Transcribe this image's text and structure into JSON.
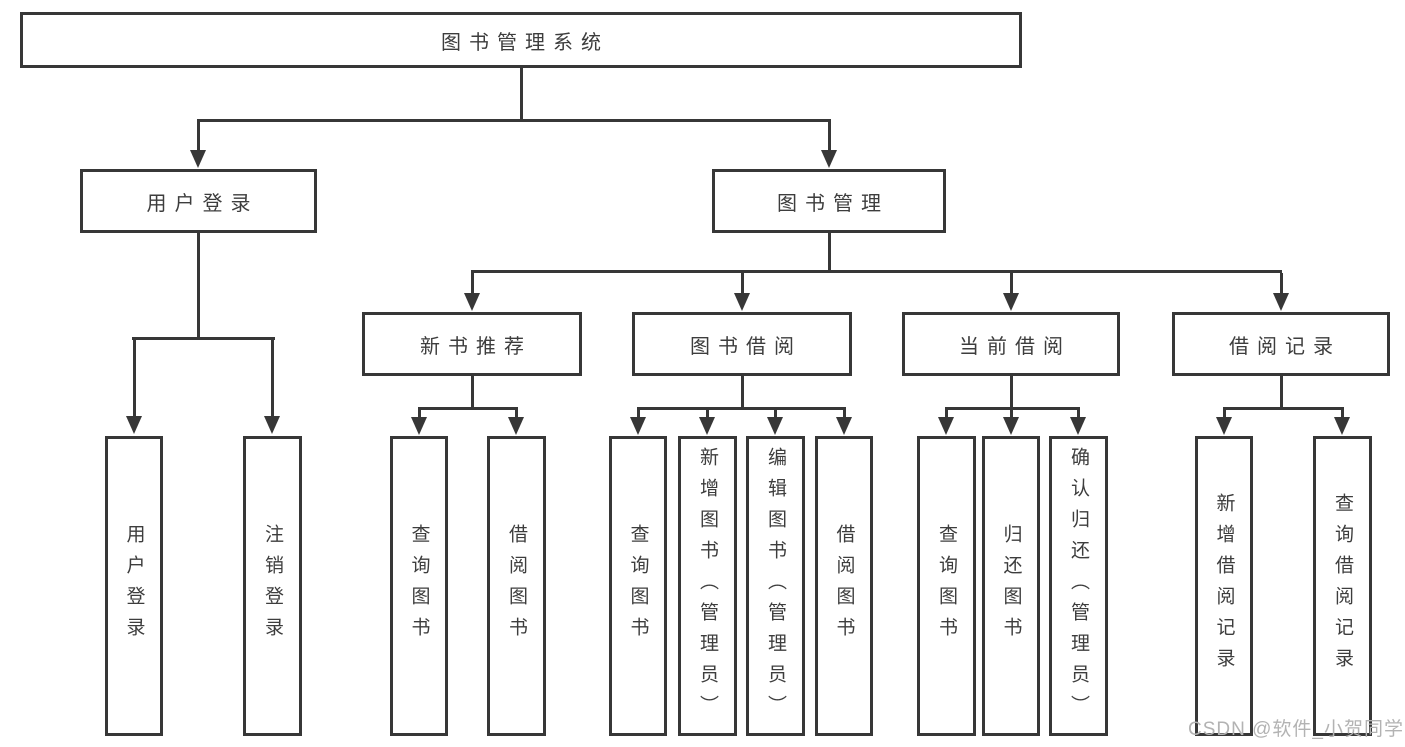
{
  "tree": {
    "label": "图书管理系统",
    "children": [
      {
        "label": "用户登录",
        "children": [
          {
            "label": "用户登录"
          },
          {
            "label": "注销登录"
          }
        ]
      },
      {
        "label": "图书管理",
        "children": [
          {
            "label": "新书推荐",
            "children": [
              {
                "label": "查询图书"
              },
              {
                "label": "借阅图书"
              }
            ]
          },
          {
            "label": "图书借阅",
            "children": [
              {
                "label": "查询图书"
              },
              {
                "label": "新增图书（管理员）"
              },
              {
                "label": "编辑图书（管理员）"
              },
              {
                "label": "借阅图书"
              }
            ]
          },
          {
            "label": "当前借阅",
            "children": [
              {
                "label": "查询图书"
              },
              {
                "label": "归还图书"
              },
              {
                "label": "确认归还（管理员）"
              }
            ]
          },
          {
            "label": "借阅记录",
            "children": [
              {
                "label": "新增借阅记录"
              },
              {
                "label": "查询借阅记录"
              }
            ]
          }
        ]
      }
    ]
  },
  "watermark": {
    "text": "CSDN @软件_小贺同学"
  },
  "colors": {
    "line": "#373737",
    "text": "#3d3d3d",
    "watermark": "#b3b3b3",
    "background": "#ffffff"
  }
}
